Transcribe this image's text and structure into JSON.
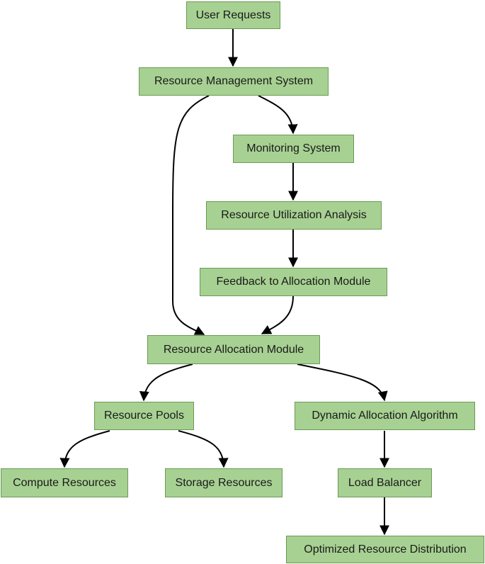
{
  "colors": {
    "node_fill": "#a7d192",
    "node_border": "#6b9a54",
    "edge": "#000000",
    "text": "#1a1a1a"
  },
  "nodes": {
    "user_requests": "User Requests",
    "resource_management_system": "Resource Management System",
    "monitoring_system": "Monitoring System",
    "resource_utilization_analysis": "Resource Utilization Analysis",
    "feedback_to_allocation_module": "Feedback to Allocation Module",
    "resource_allocation_module": "Resource Allocation Module",
    "resource_pools": "Resource Pools",
    "dynamic_allocation_algorithm": "Dynamic Allocation Algorithm",
    "compute_resources": "Compute Resources",
    "storage_resources": "Storage Resources",
    "load_balancer": "Load Balancer",
    "optimized_resource_distribution": "Optimized Resource Distribution"
  },
  "edges": [
    {
      "from": "user_requests",
      "to": "resource_management_system"
    },
    {
      "from": "resource_management_system",
      "to": "monitoring_system"
    },
    {
      "from": "resource_management_system",
      "to": "resource_allocation_module"
    },
    {
      "from": "monitoring_system",
      "to": "resource_utilization_analysis"
    },
    {
      "from": "resource_utilization_analysis",
      "to": "feedback_to_allocation_module"
    },
    {
      "from": "feedback_to_allocation_module",
      "to": "resource_allocation_module"
    },
    {
      "from": "resource_allocation_module",
      "to": "resource_pools"
    },
    {
      "from": "resource_allocation_module",
      "to": "dynamic_allocation_algorithm"
    },
    {
      "from": "resource_pools",
      "to": "compute_resources"
    },
    {
      "from": "resource_pools",
      "to": "storage_resources"
    },
    {
      "from": "dynamic_allocation_algorithm",
      "to": "load_balancer"
    },
    {
      "from": "load_balancer",
      "to": "optimized_resource_distribution"
    }
  ]
}
